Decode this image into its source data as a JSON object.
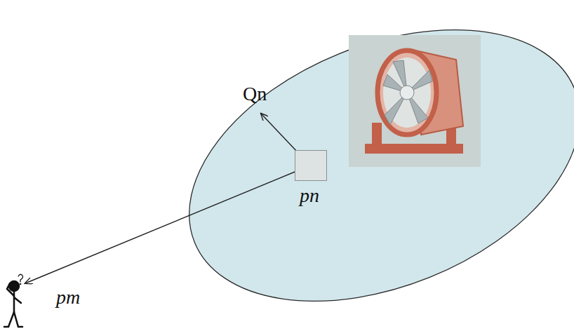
{
  "diagram": {
    "nodes": [
      {
        "text": [
          "pn"
        ]
      }
    ],
    "labels": [
      "Qn",
      "pm"
    ]
  }
}
